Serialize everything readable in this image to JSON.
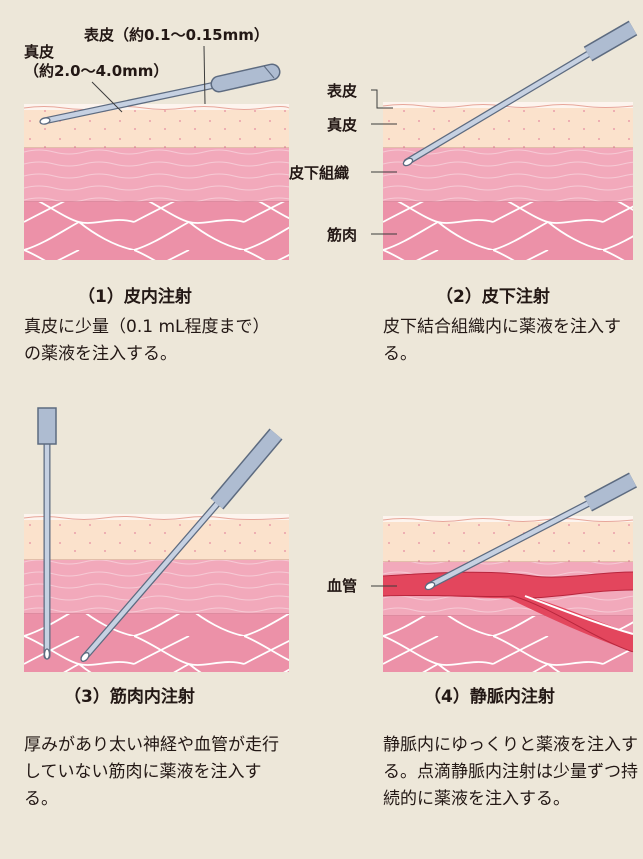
{
  "panels": [
    {
      "id": "intradermal",
      "title": "（1）皮内注射",
      "description": "真皮に少量（0.1 mL程度まで）の薬液を注入する。",
      "labels": {
        "epidermis": "表皮（約0.1〜0.15mm）",
        "dermis": "真皮",
        "dermis_thickness": "（約2.0〜4.0mm）"
      }
    },
    {
      "id": "subcutaneous",
      "title": "（2）皮下注射",
      "description": "皮下結合組織内に薬液を注入する。",
      "labels": {
        "epidermis": "表皮",
        "dermis": "真皮",
        "subcutis": "皮下組織",
        "muscle": "筋肉"
      }
    },
    {
      "id": "intramuscular",
      "title": "（3）筋肉内注射",
      "description": "厚みがあり太い神経や血管が走行していない筋肉に薬液を注入する。"
    },
    {
      "id": "intravenous",
      "title": "（4）静脈内注射",
      "description": "静脈内にゆっくりと薬液を注入する。点滴静脈内注射は少量ずつ持続的に薬液を注入する。",
      "labels": {
        "vessel": "血管"
      }
    }
  ],
  "colors": {
    "background": "#ede7d9",
    "epidermis": "#fdf4ee",
    "dermis": "#fbe2cc",
    "subcutis": "#f2a9bb",
    "muscle": "#ec91a8",
    "vessel": "#e3465d",
    "needle": "#bcc9dd"
  }
}
